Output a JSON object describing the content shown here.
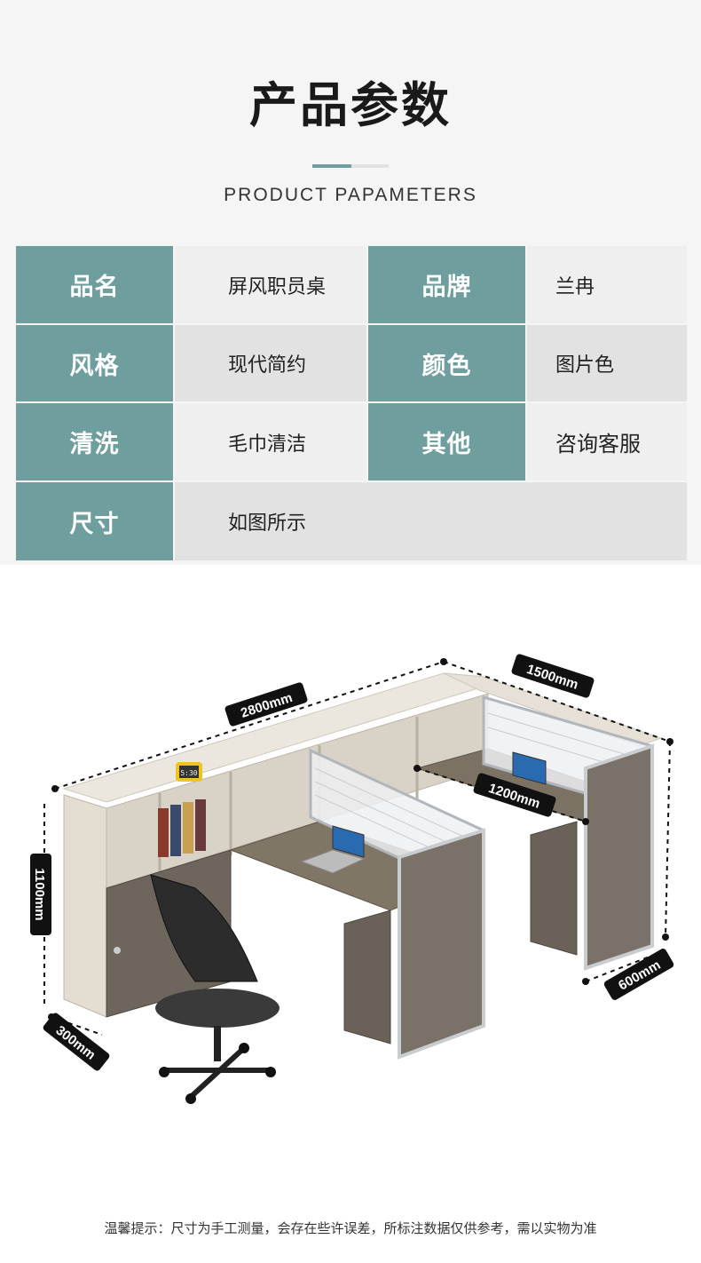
{
  "header": {
    "title": "产品参数",
    "subtitle": "PRODUCT PAPAMETERS"
  },
  "specs": {
    "name_label": "品名",
    "name_value": "屏风职员桌",
    "brand_label": "品牌",
    "brand_value": "兰冉",
    "style_label": "风格",
    "style_value": "现代简约",
    "color_label": "颜色",
    "color_value": "图片色",
    "cleaning_label": "清洗",
    "cleaning_value": "毛巾清洁",
    "other_label": "其他",
    "other_value": "咨询客服",
    "size_label": "尺寸",
    "size_value": "如图所示"
  },
  "dimensions": {
    "total_length": "2800mm",
    "right_depth": "1500mm",
    "desk_width": "1200mm",
    "height": "1100mm",
    "cabinet_depth": "300mm",
    "desk_depth": "600mm"
  },
  "clock_display": "5:30",
  "footer": {
    "note": "温馨提示：尺寸为手工测量，会存在些许误差，所标注数据仅供参考，需以实物为准"
  },
  "colors": {
    "accent": "#6f9e9e",
    "wood": "#7a7268",
    "panel_frame": "#c9cdd0"
  }
}
